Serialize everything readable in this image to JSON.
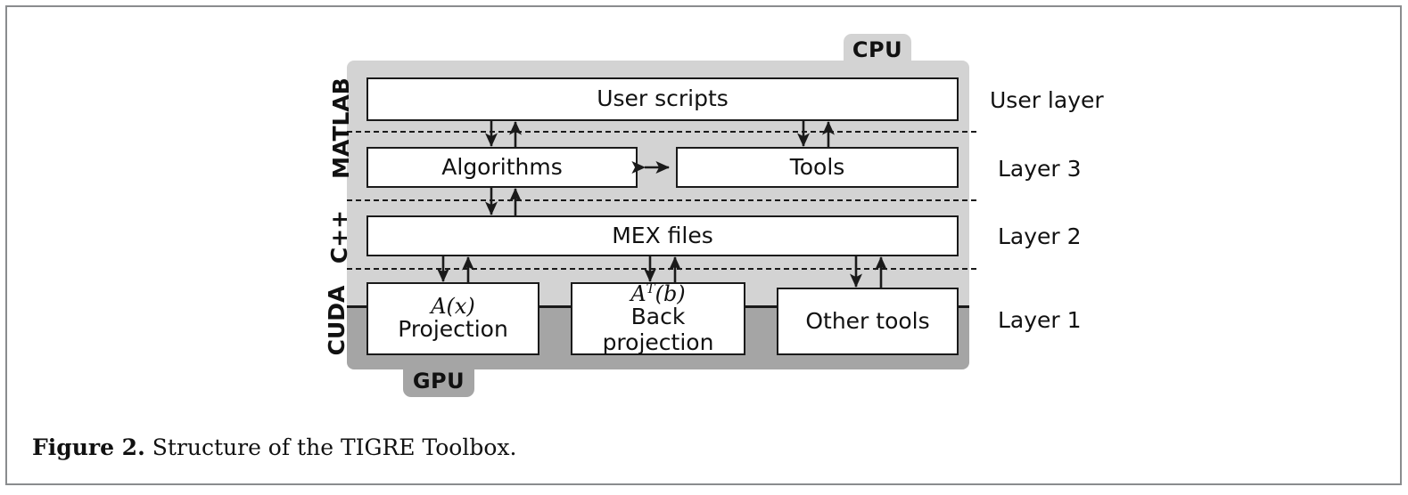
{
  "figure": {
    "caption_label": "Figure 2.",
    "caption_text": " Structure of the TIGRE Toolbox."
  },
  "containers": {
    "cpu_tab_label": "CPU",
    "gpu_tab_label": "GPU",
    "cpu_color": "#d3d3d3",
    "gpu_color": "#a5a5a5"
  },
  "side_labels": [
    {
      "text": "MATLAB"
    },
    {
      "text": "C++"
    },
    {
      "text": "CUDA"
    }
  ],
  "layer_labels": [
    {
      "text": "User layer"
    },
    {
      "text": "Layer 3"
    },
    {
      "text": "Layer 2"
    },
    {
      "text": "Layer 1"
    }
  ],
  "boxes": {
    "user_scripts": {
      "line1": "User scripts"
    },
    "algorithms": {
      "line1": "Algorithms"
    },
    "tools": {
      "line1": "Tools"
    },
    "mex_files": {
      "line1": "MEX files"
    },
    "projection": {
      "math_base": "A(x)",
      "line2": "Projection"
    },
    "back_projection": {
      "math_base": "A",
      "math_sup": "T",
      "math_rest": "(b)",
      "line2": "Back projection"
    },
    "other_tools": {
      "line1": "Other tools"
    }
  },
  "connector_note": {
    "algorithms_tools": "bidirectional"
  }
}
